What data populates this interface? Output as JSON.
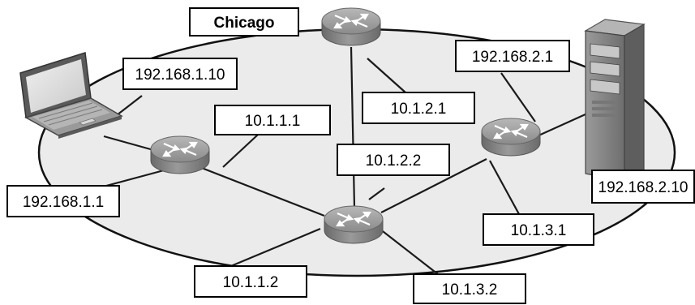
{
  "diagram": {
    "labels": {
      "chicago": "Chicago",
      "laptop_ip": "192.168.1.10",
      "r_left_top": "10.1.1.1",
      "r_left_bottom": "192.168.1.1",
      "r_top": "10.1.2.1",
      "r_bottom_top": "10.1.2.2",
      "r_bottom_left": "10.1.1.2",
      "r_bottom_right": "10.1.3.2",
      "r_right_top": "192.168.2.1",
      "r_right_bottom": "10.1.3.1",
      "server_ip": "192.168.2.10"
    },
    "colors": {
      "network_fill": "#ebebeb",
      "router": "#8f8f8f",
      "router_top": "#a6a6a6",
      "server": "#8a8a8a",
      "line": "#1a1a1a",
      "label_bg": "#ffffff",
      "label_border": "#000000"
    },
    "icons": [
      "laptop-icon",
      "server-icon",
      "router-icon"
    ]
  }
}
